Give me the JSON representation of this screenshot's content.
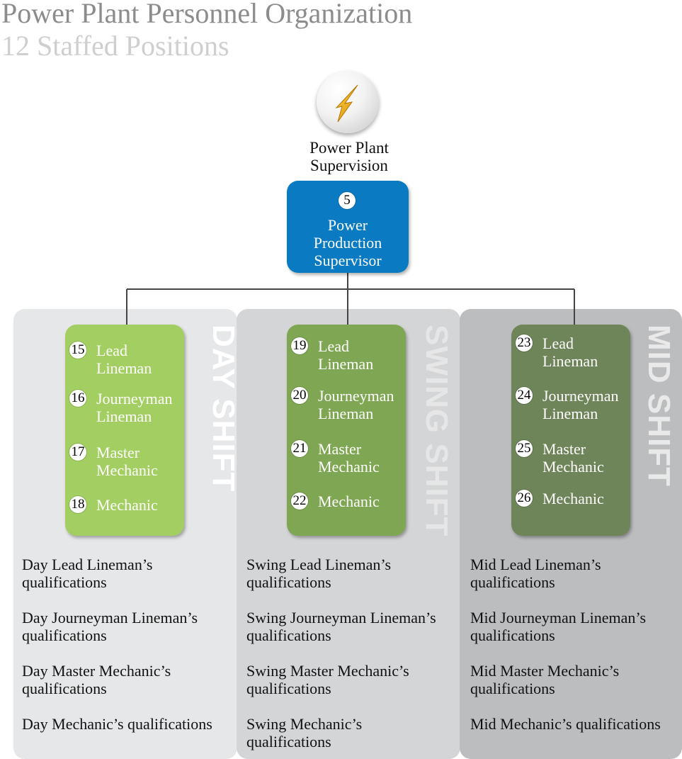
{
  "header": {
    "title": "Power Plant Personnel Organization",
    "subtitle": "12 Staffed Positions"
  },
  "logo": {
    "icon": "lightning-bolt-icon",
    "label_line1": "Power Plant",
    "label_line2": "Supervision"
  },
  "top_position": {
    "number": "5",
    "line1": "Power",
    "line2": "Production",
    "line3": "Supervisor",
    "color": "#0a7bc2"
  },
  "shifts": [
    {
      "label": "DAY SHIFT",
      "card_color": "#a3cf62",
      "positions": [
        {
          "number": "15",
          "line1": "Lead",
          "line2": "Lineman"
        },
        {
          "number": "16",
          "line1": "Journeyman",
          "line2": "Lineman"
        },
        {
          "number": "17",
          "line1": "Master",
          "line2": "Mechanic"
        },
        {
          "number": "18",
          "line1": "Mechanic",
          "line2": ""
        }
      ],
      "qualifications": [
        {
          "line1": "Day Lead Lineman’s",
          "line2": "qualifications"
        },
        {
          "line1": "Day Journeyman Lineman’s",
          "line2": "qualifications"
        },
        {
          "line1": "Day Master Mechanic’s",
          "line2": "qualifications"
        },
        {
          "line1": "Day Mechanic’s qualifications",
          "line2": ""
        }
      ]
    },
    {
      "label": "SWING SHIFT",
      "card_color": "#7fa652",
      "positions": [
        {
          "number": "19",
          "line1": "Lead",
          "line2": "Lineman"
        },
        {
          "number": "20",
          "line1": "Journeyman",
          "line2": "Lineman"
        },
        {
          "number": "21",
          "line1": "Master",
          "line2": "Mechanic"
        },
        {
          "number": "22",
          "line1": "Mechanic",
          "line2": ""
        }
      ],
      "qualifications": [
        {
          "line1": "Swing Lead Lineman’s",
          "line2": "qualifications"
        },
        {
          "line1": "Swing Journeyman Lineman’s",
          "line2": "qualifications"
        },
        {
          "line1": "Swing Master Mechanic’s",
          "line2": "qualifications"
        },
        {
          "line1": "Swing Mechanic’s",
          "line2": "qualifications"
        }
      ]
    },
    {
      "label": "MID SHIFT",
      "card_color": "#6e8459",
      "positions": [
        {
          "number": "23",
          "line1": "Lead",
          "line2": "Lineman"
        },
        {
          "number": "24",
          "line1": "Journeyman",
          "line2": "Lineman"
        },
        {
          "number": "25",
          "line1": "Master",
          "line2": "Mechanic"
        },
        {
          "number": "26",
          "line1": "Mechanic",
          "line2": ""
        }
      ],
      "qualifications": [
        {
          "line1": "Mid Lead Lineman’s",
          "line2": "qualifications"
        },
        {
          "line1": "Mid Journeyman Lineman’s",
          "line2": "qualifications"
        },
        {
          "line1": "Mid Master Mechanic’s",
          "line2": "qualifications"
        },
        {
          "line1": "Mid Mechanic’s qualifications",
          "line2": ""
        }
      ]
    }
  ]
}
